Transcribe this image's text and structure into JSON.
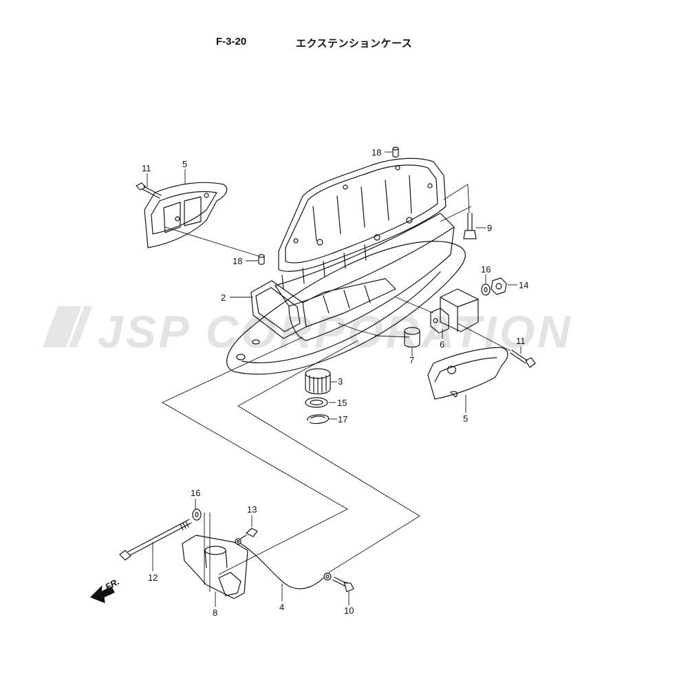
{
  "header": {
    "figure_code": "F-3-20",
    "figure_title": "エクステンションケース"
  },
  "watermark": "JSP CORPORATION",
  "direction_arrow": {
    "label": "FR."
  },
  "callouts": [
    "11",
    "5",
    "18",
    "18",
    "2",
    "9",
    "16",
    "14",
    "6",
    "7",
    "11",
    "3",
    "15",
    "17",
    "5",
    "16",
    "13",
    "12",
    "8",
    "4",
    "10"
  ]
}
